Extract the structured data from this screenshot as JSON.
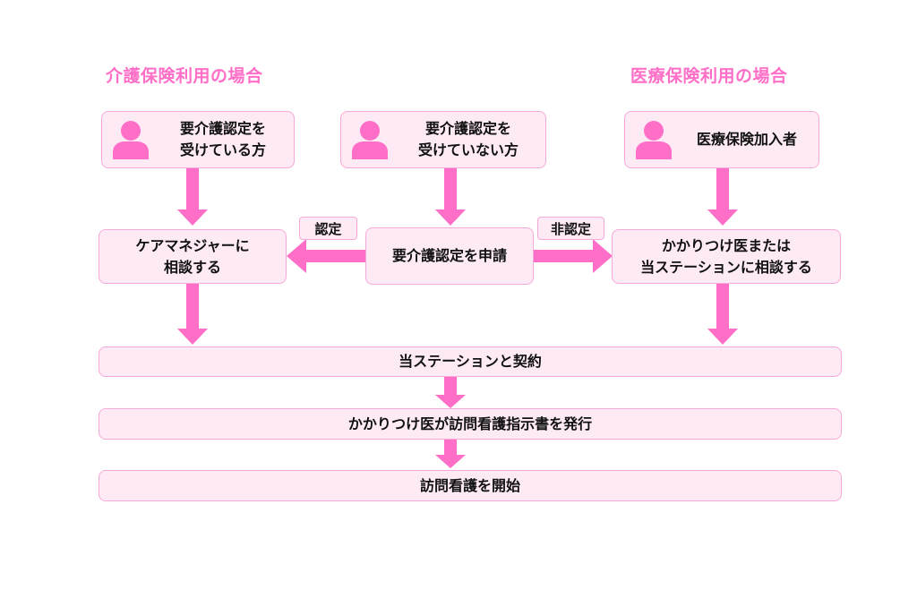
{
  "headings": {
    "left": "介護保険利用の場合",
    "right": "医療保険利用の場合"
  },
  "boxes": {
    "certified": "要介護認定を\n受けている方",
    "not_certified": "要介護認定を\n受けていない方",
    "medical_insured": "医療保険加入者",
    "care_manager": "ケアマネジャーに\n相談する",
    "apply_certification": "要介護認定を申請",
    "doctor_or_station": "かかりつけ医または\n当ステーションに相談する",
    "contract": "当ステーションと契約",
    "instruction": "かかりつけ医が訪問看護指示書を発行",
    "start": "訪問看護を開始"
  },
  "labels": {
    "certified": "認定",
    "not_certified": "非認定"
  },
  "icons": {
    "person": "person-icon"
  },
  "colors": {
    "accent": "#ff6ec7",
    "box_fill": "#fdeaf5",
    "box_border": "#f7a9d8",
    "text": "#111111"
  }
}
